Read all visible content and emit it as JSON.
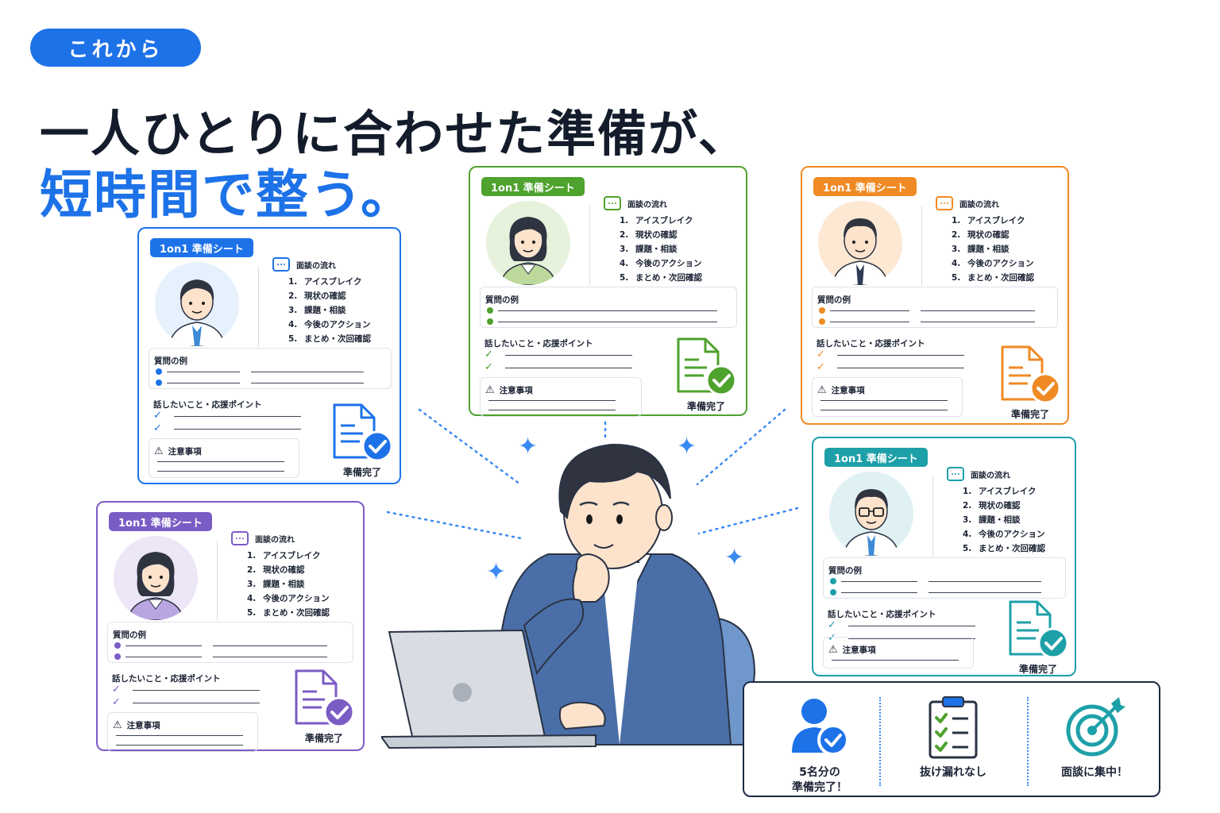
{
  "tag_label": "これから",
  "headline": {
    "line1": "一人ひとりに合わせた準備が、",
    "line2": "短時間で整う。"
  },
  "sheet": {
    "title": "1on1 準備シート",
    "flow_title": "面談の流れ",
    "flow_items": [
      {
        "num": "1.",
        "text": "アイスブレイク"
      },
      {
        "num": "2.",
        "text": "現状の確認"
      },
      {
        "num": "3.",
        "text": "課題・相談"
      },
      {
        "num": "4.",
        "text": "今後のアクション"
      },
      {
        "num": "5.",
        "text": "まとめ・次回確認"
      }
    ],
    "questions_title": "質問の例",
    "talk_title": "話したいこと・応援ポイント",
    "caution_title": "注意事項",
    "done_label": "準備完了"
  },
  "sheet_colors": {
    "blue": "#1d72e8",
    "green": "#4ea22e",
    "orange": "#f08a24",
    "purple": "#7b5cc4",
    "teal": "#1ea0a8"
  },
  "benefits": [
    {
      "icon": "user-check-icon",
      "label_line1": "5名分の",
      "label_line2": "準備完了！"
    },
    {
      "icon": "clipboard-checklist-icon",
      "label_line1": "抜け漏れなし",
      "label_line2": ""
    },
    {
      "icon": "target-icon",
      "label_line1": "面談に集中！",
      "label_line2": ""
    }
  ]
}
